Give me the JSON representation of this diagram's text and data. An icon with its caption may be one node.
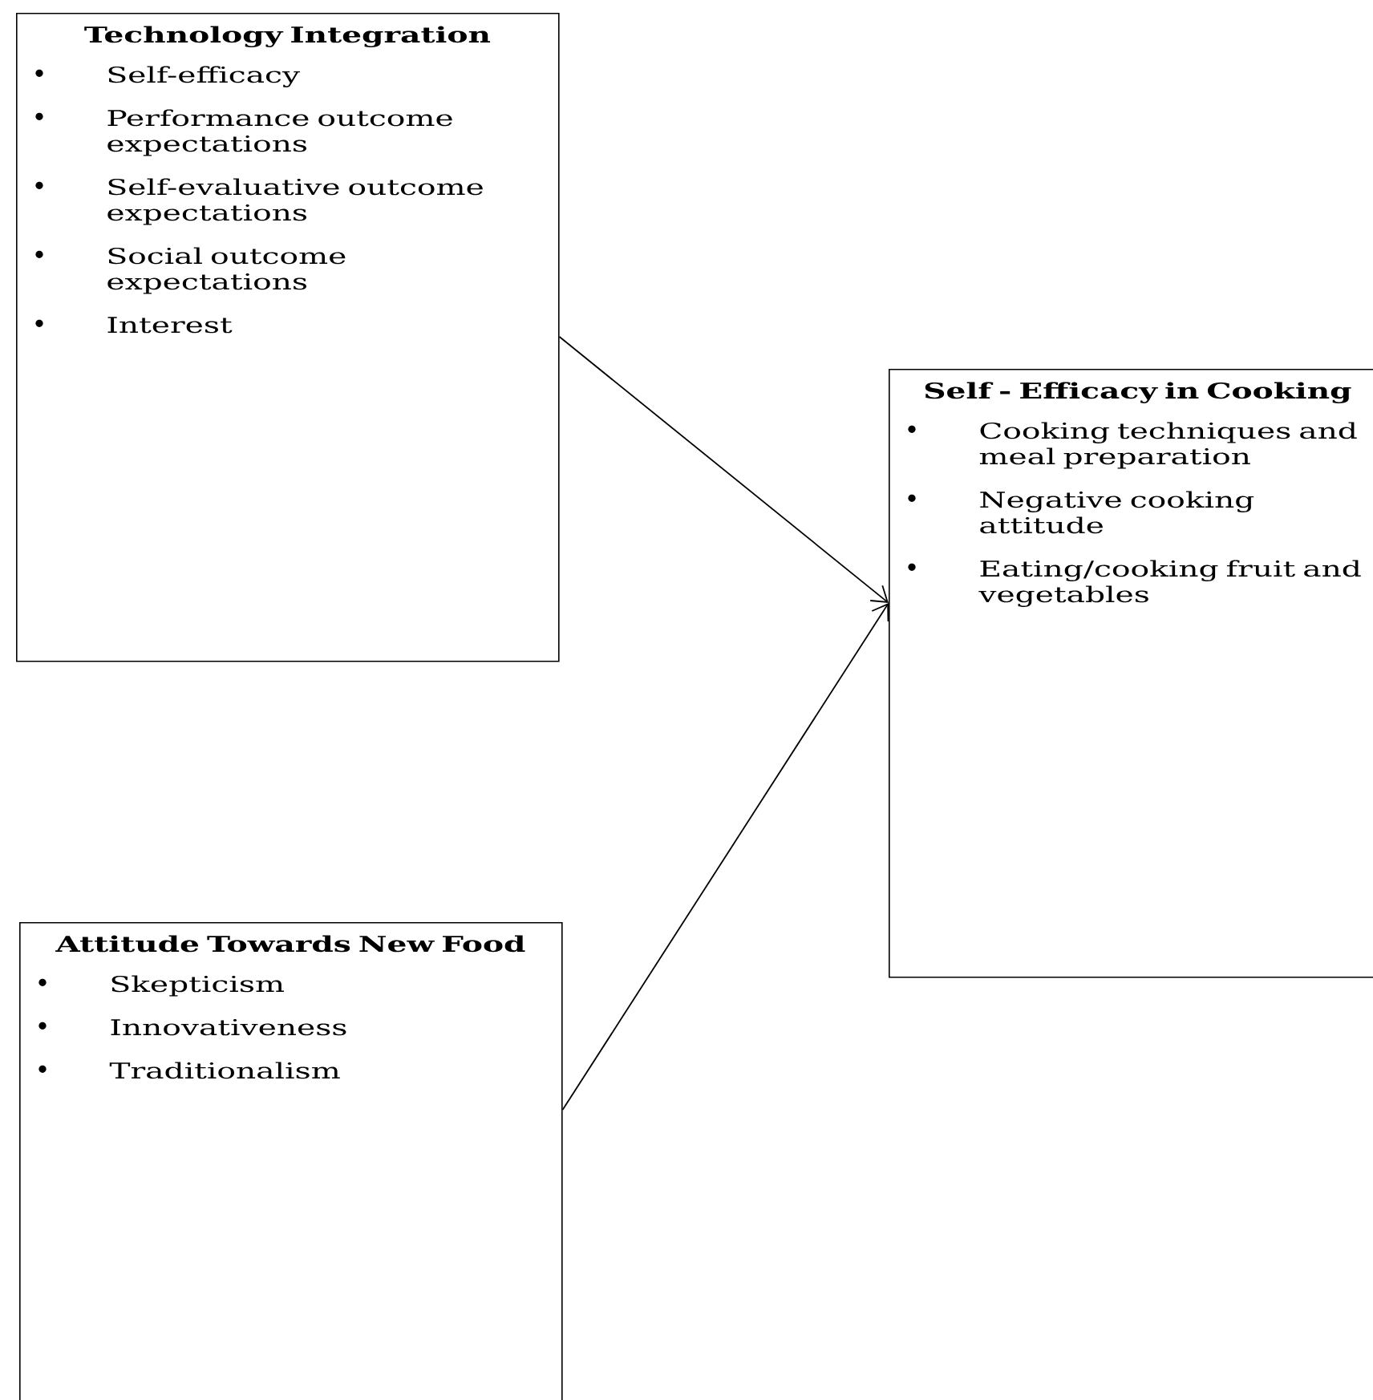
{
  "diagram": {
    "nodes": [
      {
        "text": [
          "Technology Integration",
          "Self-efficacy",
          "Performance outcome expectations",
          "Self-evaluative outcome expectations",
          "Social outcome expectations",
          "Interest"
        ]
      },
      {
        "text": [
          "Self - Efficacy in Cooking",
          "Cooking techniques and meal preparation",
          "Negative cooking attitude",
          "Eating/cooking fruit and vegetables"
        ]
      },
      {
        "text": [
          "Attitude Towards New Food",
          "Skepticism",
          "Innovativeness",
          "Traditionalism"
        ]
      }
    ],
    "edges": [
      {
        "from": 0,
        "to": 1,
        "arrow": "to"
      },
      {
        "from": 2,
        "to": 1,
        "arrow": "to"
      }
    ]
  }
}
